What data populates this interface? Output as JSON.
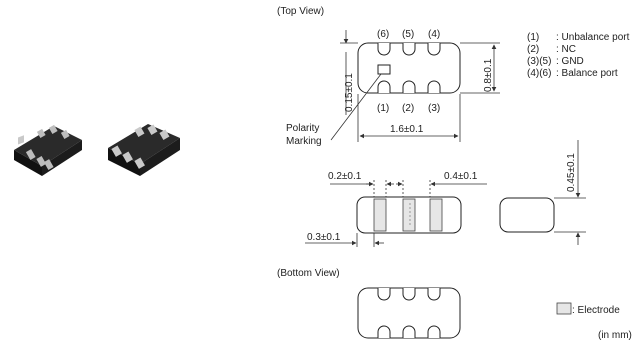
{
  "views": {
    "top_label": "(Top View)",
    "bottom_label": "(Bottom View)"
  },
  "pins": {
    "top": [
      "(6)",
      "(5)",
      "(4)"
    ],
    "bottom": [
      "(1)",
      "(2)",
      "(3)"
    ]
  },
  "legend": [
    {
      "id": "(1)",
      "desc": ": Unbalance port"
    },
    {
      "id": "(2)",
      "desc": ": NC"
    },
    {
      "id": "(3)(5)",
      "desc": ": GND"
    },
    {
      "id": "(4)(6)",
      "desc": ": Balance port"
    }
  ],
  "dimensions": {
    "height_top": "0.8±0.1",
    "marking_offset": "0.15±0.1",
    "length": "1.6±0.1",
    "electrode_width": "0.2±0.1",
    "electrode_pitch": "0.4±0.1",
    "end_offset": "0.3±0.1",
    "thickness": "0.45±0.1"
  },
  "polarity": {
    "line1": "Polarity",
    "line2": "Marking"
  },
  "electrode_legend": ": Electrode",
  "units": "(in mm)",
  "colors": {
    "chip_body": "#1a1a1a",
    "chip_pad": "#c9c9c9",
    "electrode_fill": "#e6e6e6"
  }
}
